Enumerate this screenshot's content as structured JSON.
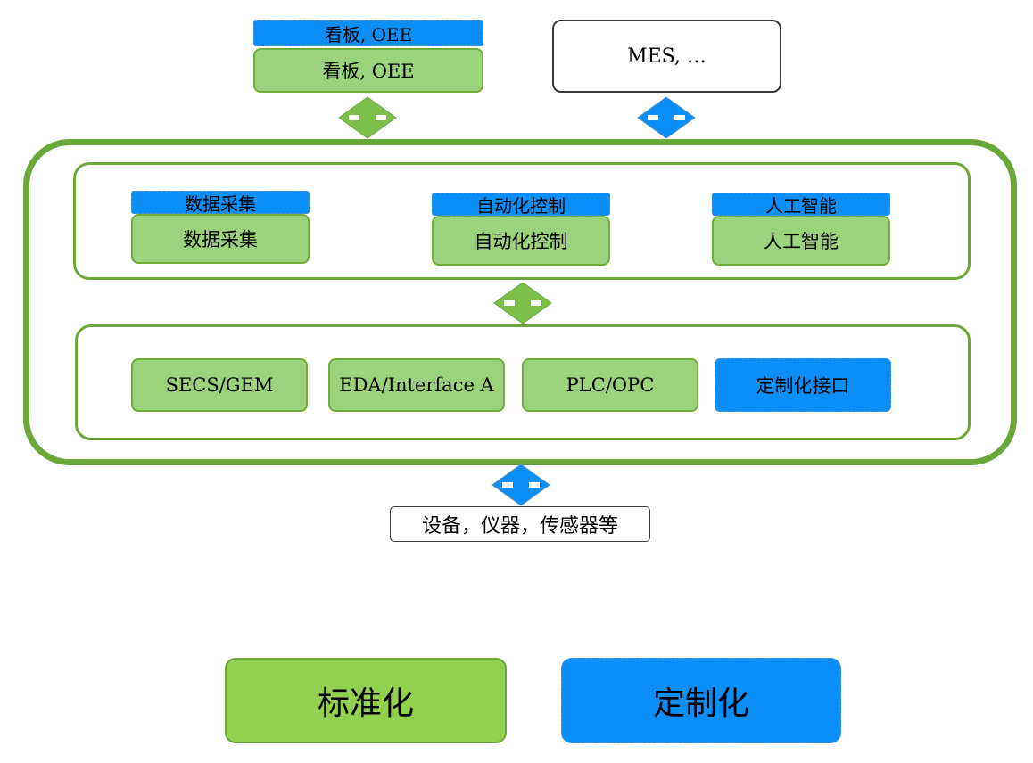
{
  "top": {
    "kanban": {
      "tab_label": "看板, OEE",
      "box_label": "看板, OEE"
    },
    "mes": {
      "label": "MES, …"
    }
  },
  "middle_layer": {
    "items": [
      {
        "tab_label": "数据采集",
        "box_label": "数据采集"
      },
      {
        "tab_label": "自动化控制",
        "box_label": "自动化控制"
      },
      {
        "tab_label": "人工智能",
        "box_label": "人工智能"
      }
    ]
  },
  "interface_layer": {
    "items": [
      {
        "label": "SECS/GEM"
      },
      {
        "label": "EDA/Interface A"
      },
      {
        "label": "PLC/OPC"
      },
      {
        "label": "定制化接口"
      }
    ]
  },
  "bottom": {
    "devices_label": "设备，仪器，传感器等"
  },
  "legend": {
    "standard_label": "标准化",
    "custom_label": "定制化"
  },
  "colors": {
    "green": "#9bd27c",
    "green_border": "#6aa83a",
    "blue": "#0a8ef8",
    "arrow_green": "#7cc04a",
    "arrow_blue": "#0a8ef8"
  }
}
